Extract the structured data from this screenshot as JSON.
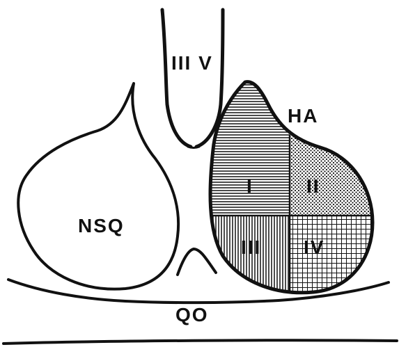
{
  "labels": {
    "third_ventricle": "III V",
    "left_nucleus": "NSQ",
    "right_region": "HA",
    "chiasm": "QO",
    "quadrant_1": "I",
    "quadrant_2": "II",
    "quadrant_3": "III",
    "quadrant_4": "IV"
  },
  "colors": {
    "ink": "#111111",
    "background": "#ffffff",
    "quadrant_fill": "#ffffff"
  },
  "patterns": {
    "quadrant_1": "horizontal-lines",
    "quadrant_2": "dots",
    "quadrant_3": "vertical-lines",
    "quadrant_4": "grid"
  }
}
